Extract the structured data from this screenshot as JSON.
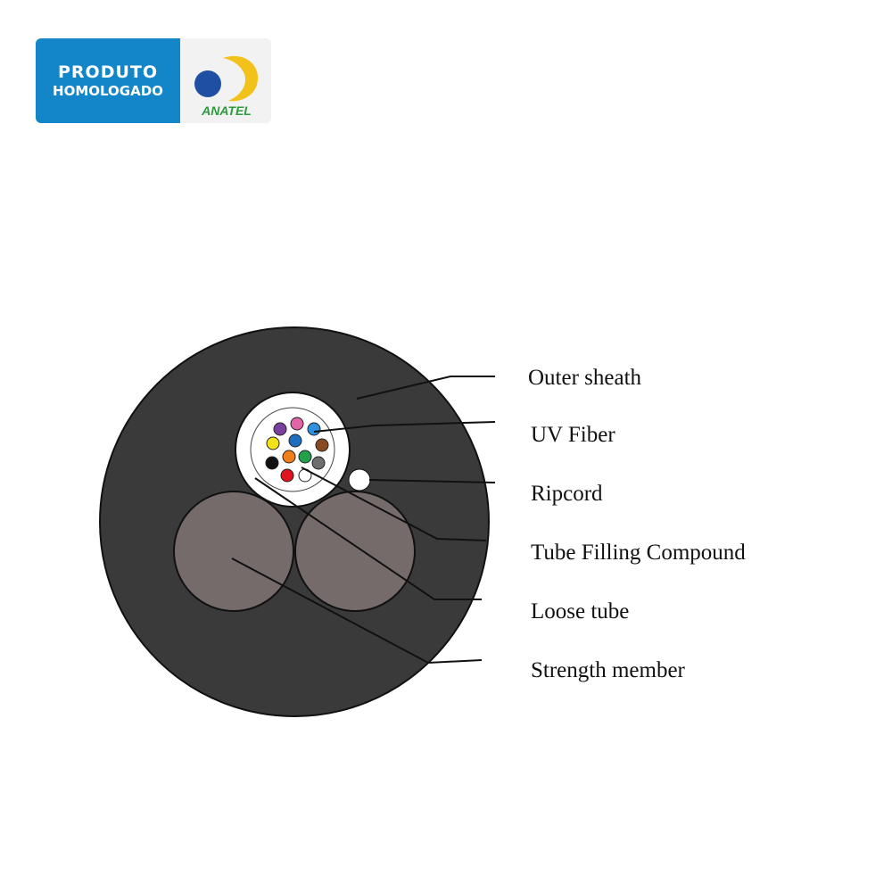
{
  "badge": {
    "line1": "PRODUTO",
    "line2": "HOMOLOGADO",
    "logo_text": "ANATEL",
    "colors": {
      "blue": "#1386c9",
      "logo_blue": "#1e4fa3",
      "logo_yellow": "#f2c21a",
      "logo_green": "#2e9a3e"
    }
  },
  "diagram": {
    "labels": {
      "outer_sheath": "Outer sheath",
      "uv_fiber": "UV Fiber",
      "ripcord": "Ripcord",
      "tube_filling": "Tube Filling Compound",
      "loose_tube": "Loose tube",
      "strength_member": "Strength member"
    },
    "fiber_colors": [
      "#7b3fa0",
      "#e066a8",
      "#2f8fe0",
      "#f2e21a",
      "#1f6fc0",
      "#8a4a1f",
      "#111111",
      "#f07f1a",
      "#22a04a",
      "#6e6e6e",
      "#e0141e",
      "#ffffff"
    ],
    "colors": {
      "sheath": "#3a3a3a",
      "member": "#756b6b",
      "tube": "#ffffff"
    }
  }
}
